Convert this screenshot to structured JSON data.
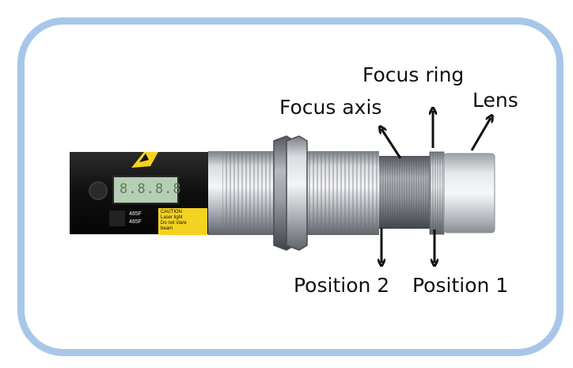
{
  "labels": {
    "focus_ring": "Focus ring",
    "lens": "Lens",
    "focus_axis": "Focus axis",
    "position_2": "Position 2",
    "position_1": "Position 1"
  },
  "device": {
    "display_readout": "8.8.8.8",
    "caution_text": [
      "CAUTION",
      "Laser light",
      "Do not stare",
      "beam"
    ],
    "side_text": [
      "485F",
      "485F"
    ]
  },
  "colors": {
    "frame_border": "#a8c7e8",
    "body_black": "#141414",
    "lcd_green": "#b6cfb4",
    "warning_yellow": "#f4d21f",
    "arrow": "#111111",
    "metal": "#c9ccd1"
  }
}
